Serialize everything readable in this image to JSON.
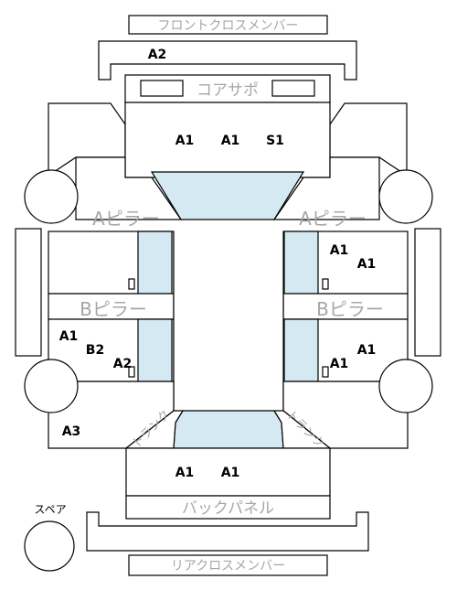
{
  "labels": {
    "front_cross_member": "フロントクロスメンバー",
    "core_support": "コアサポ",
    "a_pillar": "Aピラー",
    "b_pillar": "Bピラー",
    "back_panel": "バックパネル",
    "rear_cross_member": "リアクロスメンバー",
    "spare": "スペア",
    "trunk_left": "トランク",
    "trunk_right": "トランク"
  },
  "damage_codes": {
    "front_cross_member_area": [
      "A2"
    ],
    "core_support_area": [
      "A1",
      "A1",
      "S1"
    ],
    "right_front_door": [
      "A1",
      "A1"
    ],
    "left_rear_door": [
      "A1",
      "B2",
      "A2"
    ],
    "right_rear_door": [
      "A1",
      "A1"
    ],
    "left_rear_quarter": [
      "A3"
    ],
    "trunk_area": [
      "A1",
      "A1"
    ]
  },
  "colors": {
    "outline": "#000000",
    "glass": "#d4e9f2",
    "panel_label": "#a6a6a6"
  }
}
